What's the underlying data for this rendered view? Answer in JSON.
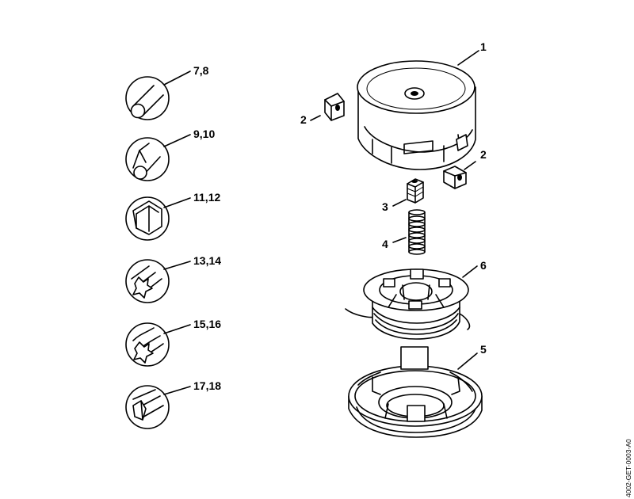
{
  "line_profiles": [
    {
      "label": "7,8",
      "icon": "round-line-icon"
    },
    {
      "label": "9,10",
      "icon": "round-twisted-line-icon"
    },
    {
      "label": "11,12",
      "icon": "square-line-icon"
    },
    {
      "label": "13,14",
      "icon": "star-line-icon"
    },
    {
      "label": "15,16",
      "icon": "helical-star-line-icon"
    },
    {
      "label": "17,18",
      "icon": "square-twisted-line-icon"
    }
  ],
  "parts": [
    {
      "number": "1",
      "icon": "spool-housing-icon"
    },
    {
      "number": "2",
      "icon": "eyelet-left-icon"
    },
    {
      "number": "2",
      "icon": "eyelet-right-icon"
    },
    {
      "number": "3",
      "icon": "threaded-nut-icon"
    },
    {
      "number": "4",
      "icon": "compression-spring-icon"
    },
    {
      "number": "6",
      "icon": "line-spool-icon"
    },
    {
      "number": "5",
      "icon": "cover-cap-icon"
    }
  ],
  "drawing_code": "4002-GET-0003-A0"
}
